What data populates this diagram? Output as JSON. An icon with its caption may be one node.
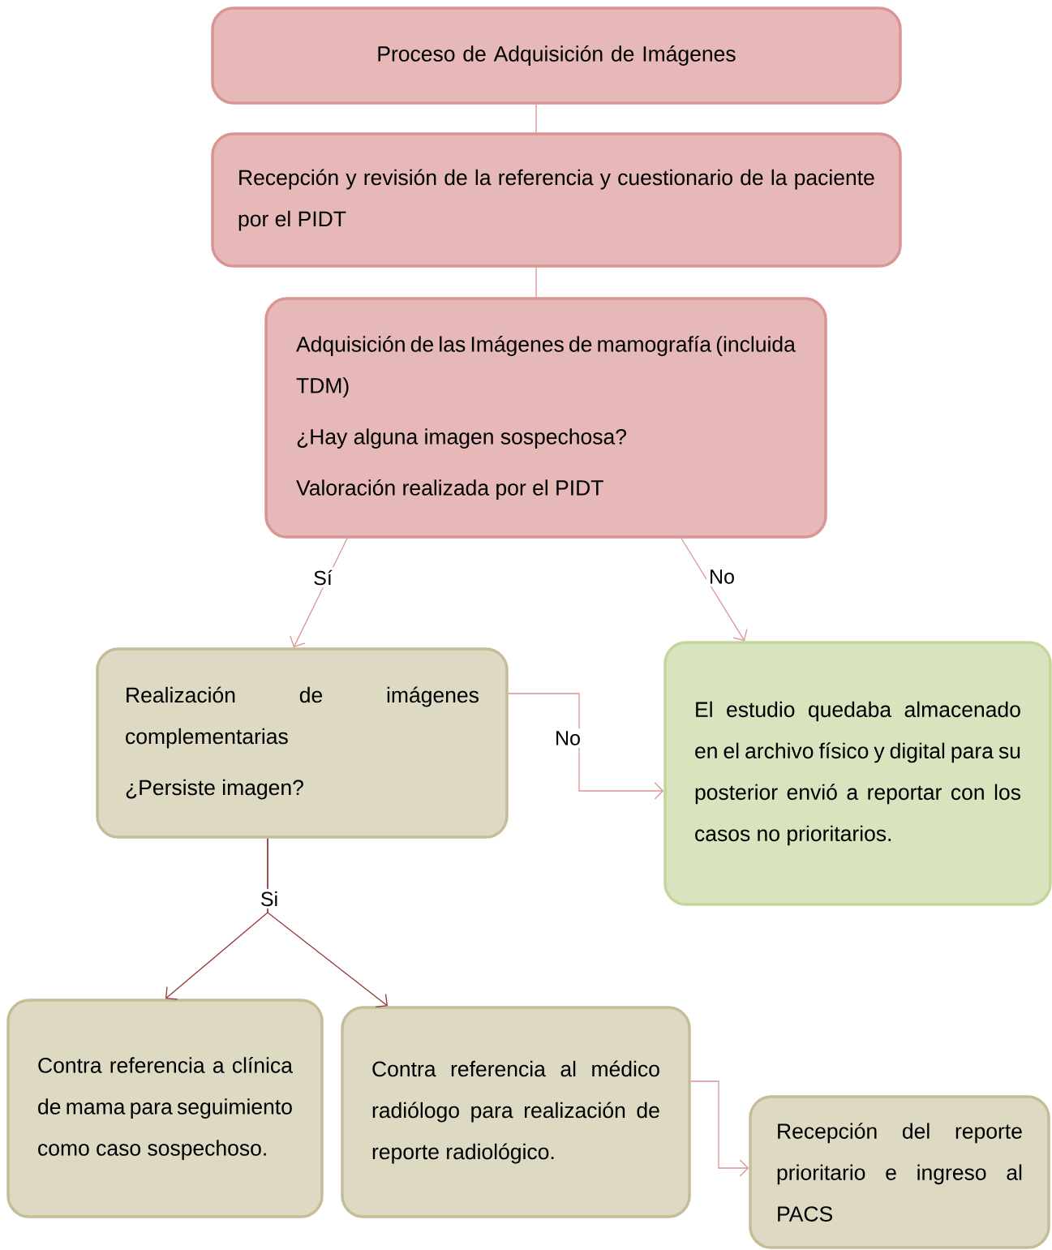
{
  "diagram": {
    "nodes": [
      {
        "text": [
          "Proceso de Adquisición de Imágenes"
        ]
      },
      {
        "text": [
          "Recepción y revisión de la referencia y cuestionario de la paciente por el PIDT"
        ]
      },
      {
        "text": [
          "Adquisición de las Imágenes de mamografía (incluida TDM)",
          "¿Hay alguna imagen sospechosa?",
          "Valoración realizada por el PIDT"
        ]
      },
      {
        "text": [
          "Realización de imágenes complementarias",
          "¿Persiste imagen?"
        ]
      },
      {
        "text": [
          "El estudio quedaba almacenado en el archivo físico y digital para su posterior envió a reportar con los casos no prioritarios."
        ]
      },
      {
        "text": [
          "Contra referencia a clínica de mama para seguimiento como caso sospechoso."
        ]
      },
      {
        "text": [
          "Contra referencia al médico radiólogo para realización de reporte radiológico."
        ]
      },
      {
        "text": [
          "Recepción del reporte prioritario e ingreso al PACS"
        ]
      }
    ],
    "edges": [
      {
        "from": 0,
        "to": 1,
        "arrow": "none"
      },
      {
        "from": 1,
        "to": 2,
        "arrow": "none"
      },
      {
        "from": 2,
        "to": 3,
        "arrow": "to",
        "label": "Sí"
      },
      {
        "from": 2,
        "to": 4,
        "arrow": "to",
        "label": "No"
      },
      {
        "from": 3,
        "to": 4,
        "arrow": "to",
        "label": "No"
      },
      {
        "from": 3,
        "to": 5,
        "arrow": "to",
        "label": "Si",
        "color": "#943634"
      },
      {
        "from": 3,
        "to": 6,
        "arrow": "to",
        "color": "#943634"
      },
      {
        "from": 6,
        "to": 7,
        "arrow": "to"
      }
    ]
  }
}
